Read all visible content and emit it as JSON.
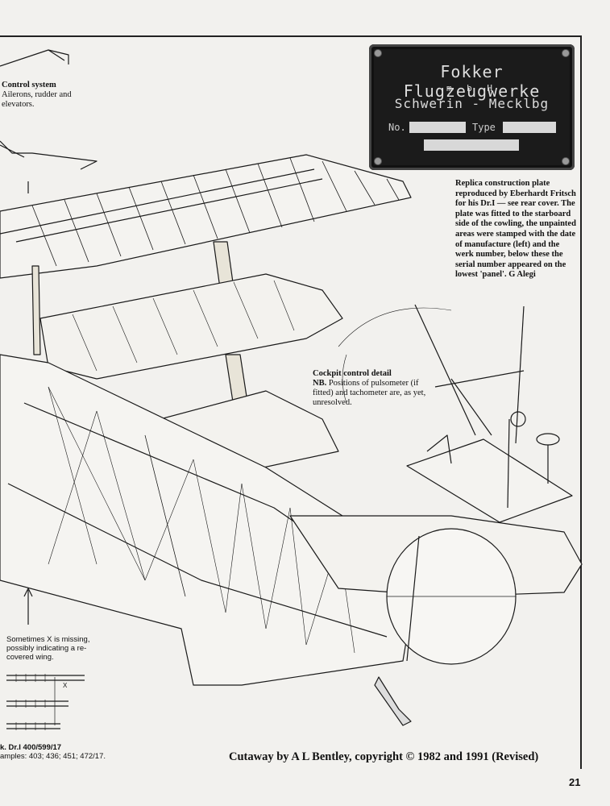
{
  "plate": {
    "line1": "Fokker Flugzeugwerke",
    "line2": "m b H",
    "line3": "Schwerin - Mecklbg",
    "no_label": "No.",
    "type_label": "Type"
  },
  "captions": {
    "control_system_title": "Control system",
    "control_system_body": "Ailerons, rudder and elevators.",
    "replica_plate": "Replica construction plate reproduced by Eberhardt Fritsch for his Dr.I — see rear cover. The plate was fitted to the starboard side of the cowling, the unpainted areas were stamped with the date of manufacture (left) and the werk number, below these the serial number appeared on the lowest 'panel'. G Alegi",
    "cockpit_title": "Cockpit control detail",
    "cockpit_nb": "NB.",
    "cockpit_body": "Positions of pulsometer (if fitted) and tachometer are, as yet, unresolved.",
    "missing_x": "Sometimes X is missing, possibly indicating a re-covered wing.",
    "x_mark": "X",
    "ident_line1": "k. Dr.I 400/599/17",
    "ident_line2": "amples: 403; 436; 451; 472/17.",
    "credit": "Cutaway by A L Bentley, copyright © 1982 and 1991 (Revised)",
    "page_number": "21"
  }
}
